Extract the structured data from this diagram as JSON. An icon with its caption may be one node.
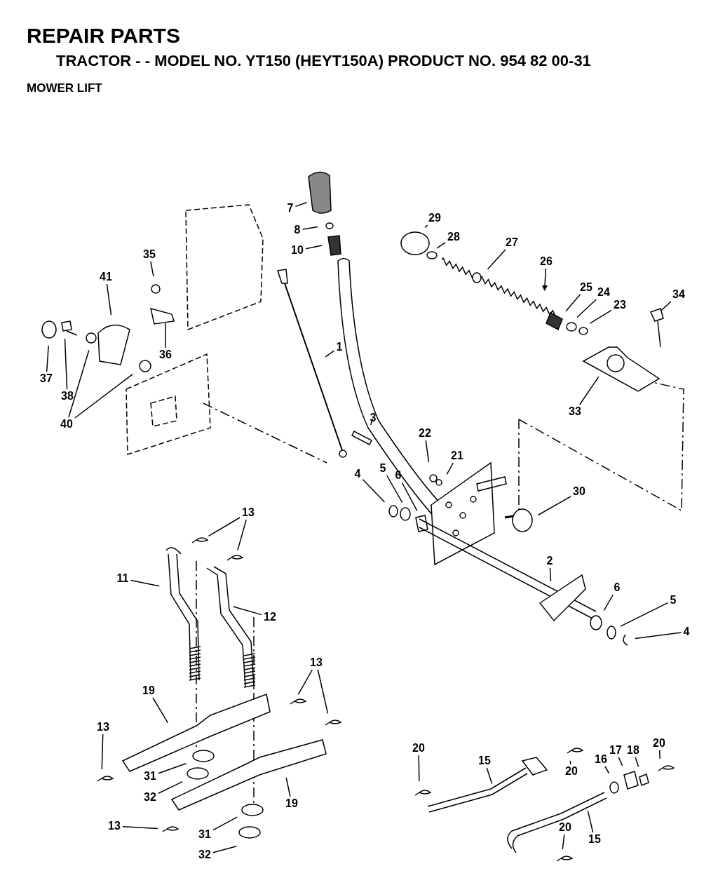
{
  "diagram": {
    "title": "REPAIR PARTS",
    "nodes": [
      {
        "text": [
          "1"
        ]
      },
      {
        "text": [
          "7"
        ]
      },
      {
        "text": [
          "8"
        ]
      },
      {
        "text": [
          "10"
        ]
      },
      {
        "text": [
          "29"
        ]
      },
      {
        "text": [
          "28"
        ]
      },
      {
        "text": [
          "27"
        ]
      },
      {
        "text": [
          "26"
        ]
      },
      {
        "text": [
          "35"
        ]
      },
      {
        "text": [
          "41"
        ]
      },
      {
        "text": [
          "25"
        ]
      },
      {
        "text": [
          "24"
        ]
      },
      {
        "text": [
          "23"
        ]
      },
      {
        "text": [
          "34"
        ]
      },
      {
        "text": [
          "37"
        ]
      },
      {
        "text": [
          "38"
        ]
      },
      {
        "text": [
          "36"
        ]
      },
      {
        "text": [
          "40"
        ]
      },
      {
        "text": [
          "33"
        ]
      },
      {
        "text": [
          "3"
        ]
      },
      {
        "text": [
          "22"
        ]
      },
      {
        "text": [
          "21"
        ]
      },
      {
        "text": [
          "4"
        ]
      },
      {
        "text": [
          "5"
        ]
      },
      {
        "text": [
          "6"
        ]
      },
      {
        "text": [
          "30"
        ]
      },
      {
        "text": [
          "13"
        ]
      },
      {
        "text": [
          "11"
        ]
      },
      {
        "text": [
          "12"
        ]
      },
      {
        "text": [
          "2"
        ]
      },
      {
        "text": [
          "6"
        ]
      },
      {
        "text": [
          "5"
        ]
      },
      {
        "text": [
          "4"
        ]
      },
      {
        "text": [
          "13"
        ]
      },
      {
        "text": [
          "19"
        ]
      },
      {
        "text": [
          "13"
        ]
      },
      {
        "text": [
          "31"
        ]
      },
      {
        "text": [
          "32"
        ]
      },
      {
        "text": [
          "19"
        ]
      },
      {
        "text": [
          "13"
        ]
      },
      {
        "text": [
          "31"
        ]
      },
      {
        "text": [
          "32"
        ]
      },
      {
        "text": [
          "20"
        ]
      },
      {
        "text": [
          "15"
        ]
      },
      {
        "text": [
          "20"
        ]
      },
      {
        "text": [
          "16"
        ]
      },
      {
        "text": [
          "17"
        ]
      },
      {
        "text": [
          "18"
        ]
      },
      {
        "text": [
          "20"
        ]
      },
      {
        "text": [
          "15"
        ]
      },
      {
        "text": [
          "20"
        ]
      }
    ],
    "edges": [
      {
        "from": 0,
        "to": null,
        "arrow": "none"
      },
      {
        "from": 1,
        "to": null,
        "arrow": "none"
      },
      {
        "from": 2,
        "to": null,
        "arrow": "none"
      },
      {
        "from": 3,
        "to": null,
        "arrow": "none"
      },
      {
        "from": 4,
        "to": null,
        "arrow": "none"
      },
      {
        "from": 5,
        "to": null,
        "arrow": "none"
      },
      {
        "from": 6,
        "to": null,
        "arrow": "none"
      },
      {
        "from": 7,
        "to": null,
        "arrow": "to"
      },
      {
        "from": 8,
        "to": null,
        "arrow": "none"
      },
      {
        "from": 9,
        "to": null,
        "arrow": "none"
      },
      {
        "from": 10,
        "to": null,
        "arrow": "none"
      },
      {
        "from": 11,
        "to": null,
        "arrow": "none"
      },
      {
        "from": 12,
        "to": null,
        "arrow": "none"
      },
      {
        "from": 13,
        "to": null,
        "arrow": "none"
      },
      {
        "from": 14,
        "to": null,
        "arrow": "none"
      },
      {
        "from": 15,
        "to": null,
        "arrow": "none"
      },
      {
        "from": 16,
        "to": null,
        "arrow": "none"
      },
      {
        "from": 17,
        "to": null,
        "arrow": "none"
      },
      {
        "from": 17,
        "to": null,
        "arrow": "none"
      },
      {
        "from": 18,
        "to": null,
        "arrow": "none"
      },
      {
        "from": 19,
        "to": null,
        "arrow": "none"
      },
      {
        "from": 20,
        "to": null,
        "arrow": "none"
      },
      {
        "from": 21,
        "to": null,
        "arrow": "none"
      },
      {
        "from": 22,
        "to": null,
        "arrow": "none"
      },
      {
        "from": 23,
        "to": null,
        "arrow": "none"
      },
      {
        "from": 24,
        "to": null,
        "arrow": "none"
      },
      {
        "from": 25,
        "to": null,
        "arrow": "none"
      },
      {
        "from": 26,
        "to": null,
        "arrow": "none"
      },
      {
        "from": 26,
        "to": null,
        "arrow": "none"
      },
      {
        "from": 27,
        "to": null,
        "arrow": "none"
      },
      {
        "from": 28,
        "to": null,
        "arrow": "none"
      },
      {
        "from": 29,
        "to": null,
        "arrow": "none"
      },
      {
        "from": 30,
        "to": null,
        "arrow": "none"
      },
      {
        "from": 31,
        "to": null,
        "arrow": "none"
      },
      {
        "from": 32,
        "to": null,
        "arrow": "none"
      },
      {
        "from": 33,
        "to": null,
        "arrow": "none"
      },
      {
        "from": 33,
        "to": null,
        "arrow": "none"
      },
      {
        "from": 34,
        "to": null,
        "arrow": "none"
      },
      {
        "from": 35,
        "to": null,
        "arrow": "none"
      },
      {
        "from": 36,
        "to": null,
        "arrow": "none"
      },
      {
        "from": 37,
        "to": null,
        "arrow": "none"
      },
      {
        "from": 38,
        "to": null,
        "arrow": "none"
      },
      {
        "from": 39,
        "to": null,
        "arrow": "none"
      },
      {
        "from": 40,
        "to": null,
        "arrow": "none"
      },
      {
        "from": 41,
        "to": null,
        "arrow": "none"
      },
      {
        "from": 42,
        "to": null,
        "arrow": "none"
      },
      {
        "from": 43,
        "to": null,
        "arrow": "none"
      },
      {
        "from": 44,
        "to": null,
        "arrow": "none"
      },
      {
        "from": 45,
        "to": null,
        "arrow": "none"
      },
      {
        "from": 46,
        "to": null,
        "arrow": "none"
      },
      {
        "from": 47,
        "to": null,
        "arrow": "none"
      },
      {
        "from": 48,
        "to": null,
        "arrow": "none"
      },
      {
        "from": 49,
        "to": null,
        "arrow": "none"
      },
      {
        "from": 50,
        "to": null,
        "arrow": "none"
      }
    ],
    "labels": [
      "TRACTOR - - MODEL NO. YT150 (HEYT150A) PRODUCT NO. 954 82 00-31",
      "MOWER LIFT"
    ]
  }
}
